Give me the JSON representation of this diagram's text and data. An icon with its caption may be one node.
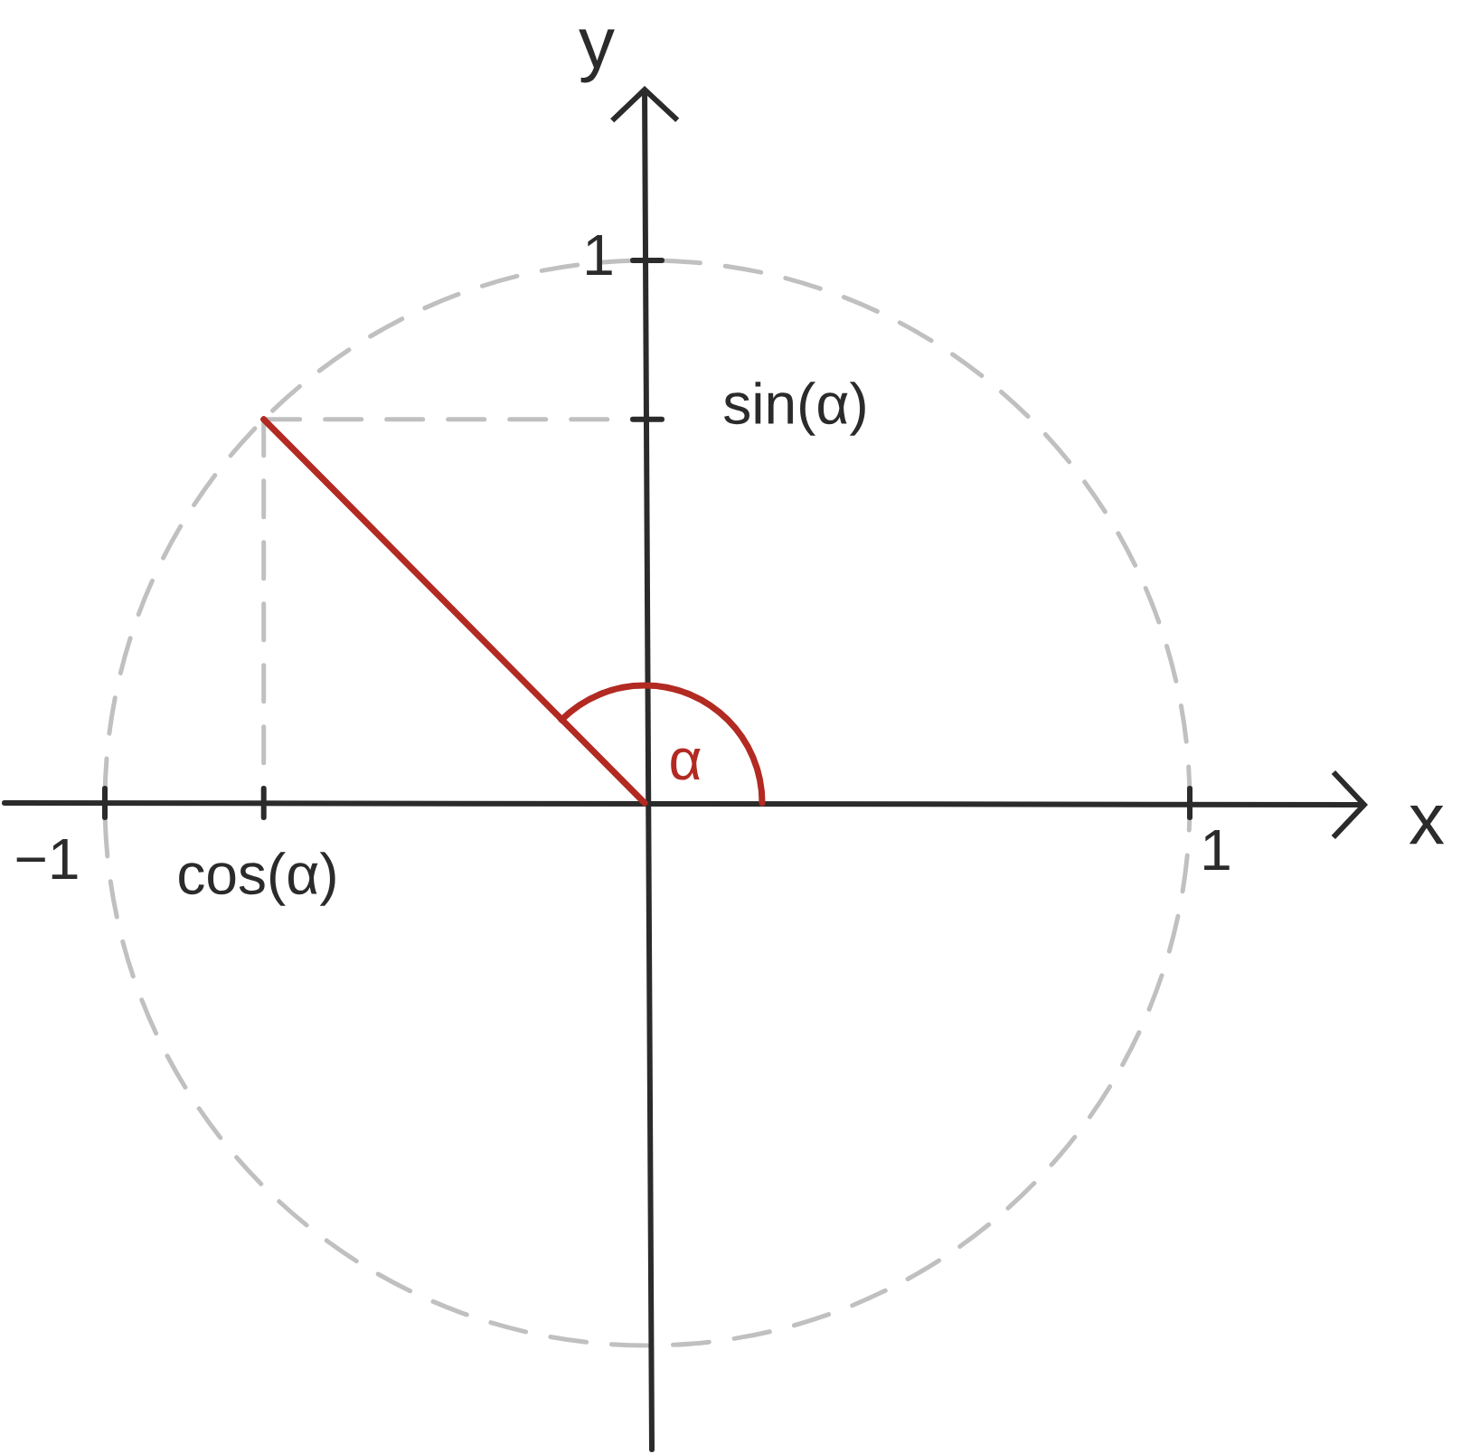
{
  "diagram": {
    "labels": [
      "y",
      "1",
      "sin(α)",
      "α",
      "x",
      "−1",
      "cos(α)",
      "1"
    ]
  }
}
